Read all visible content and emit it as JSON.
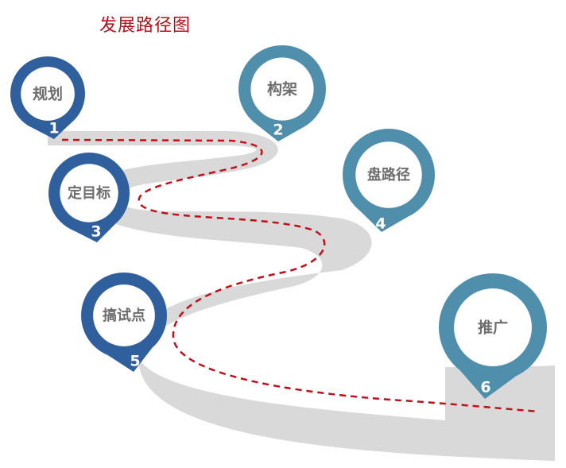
{
  "title": "发展路径图",
  "colors": {
    "title": "#b3101a",
    "road": "#d9d9d9",
    "dash": "#c0101a",
    "pin_dark": "#2f5f9c",
    "pin_light": "#4f8fab",
    "label": "#6d6d6d",
    "number": "#ffffff"
  },
  "steps": [
    {
      "number": "1",
      "label": "规划",
      "style": "dark"
    },
    {
      "number": "2",
      "label": "构架",
      "style": "light"
    },
    {
      "number": "3",
      "label": "定目标",
      "style": "dark"
    },
    {
      "number": "4",
      "label": "盘路径",
      "style": "light"
    },
    {
      "number": "5",
      "label": "搞试点",
      "style": "dark"
    },
    {
      "number": "6",
      "label": "推广",
      "style": "light"
    }
  ]
}
